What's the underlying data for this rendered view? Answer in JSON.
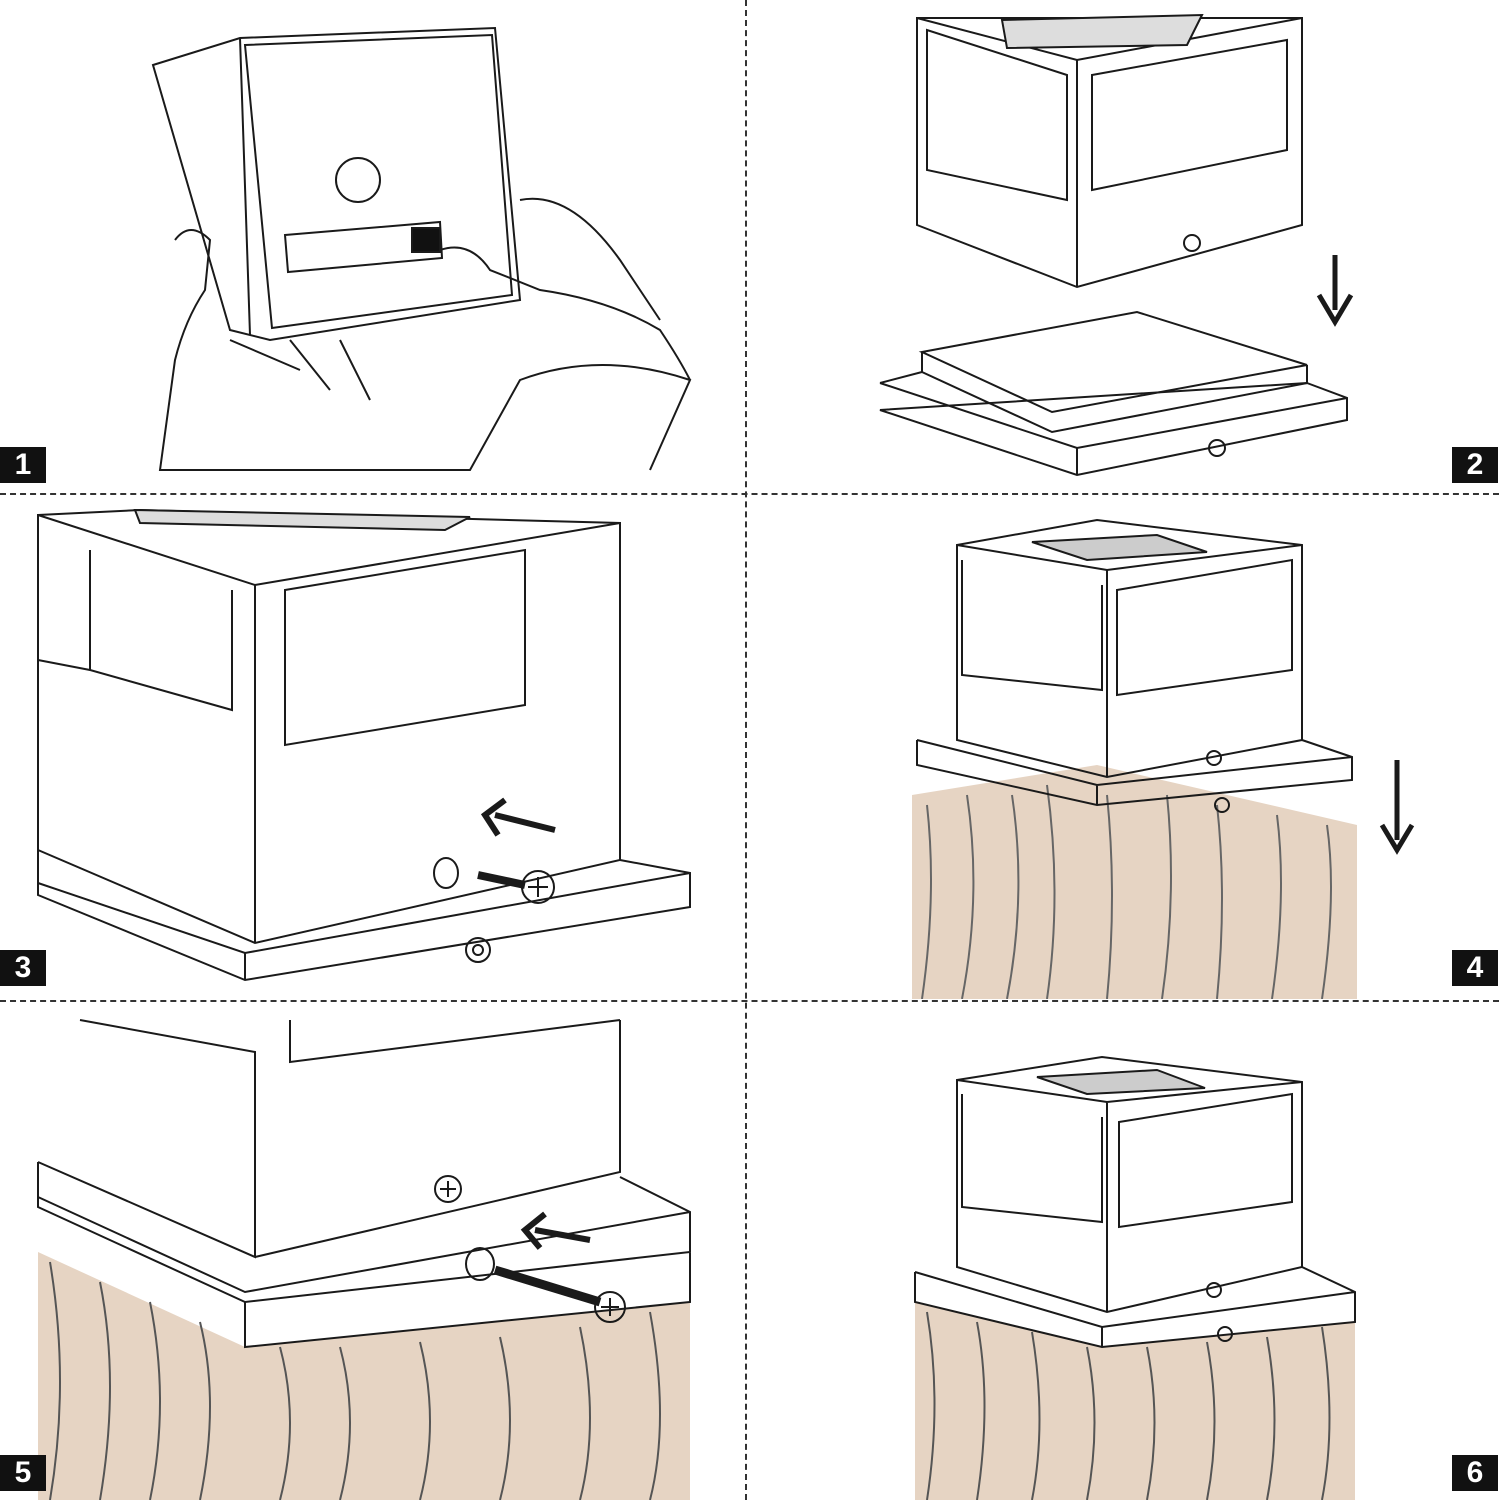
{
  "steps": [
    {
      "number": "1"
    },
    {
      "number": "2"
    },
    {
      "number": "3"
    },
    {
      "number": "4"
    },
    {
      "number": "5"
    },
    {
      "number": "6"
    }
  ],
  "colors": {
    "line": "#1a1a1a",
    "wood": "#e6d4c3",
    "wood_grain": "#555555",
    "badge": "#111111"
  }
}
